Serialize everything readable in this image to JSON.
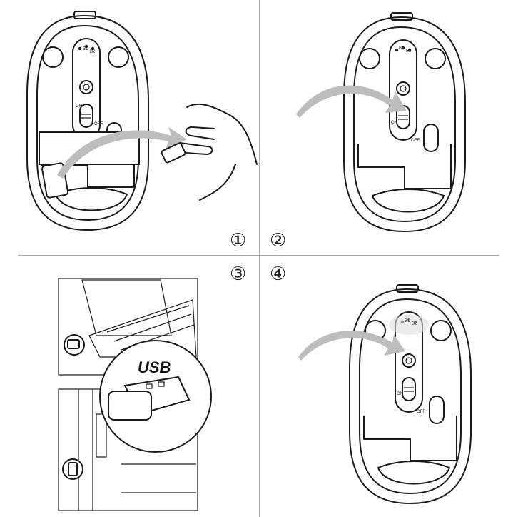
{
  "steps": [
    {
      "number": "①",
      "label_on": "ON",
      "label_off": "OFF",
      "led_labels": [
        "B1",
        "B2"
      ]
    },
    {
      "number": "②",
      "label_on": "ON",
      "label_off": "OFF",
      "led_labels": [
        "B1",
        "B2"
      ]
    },
    {
      "number": "③",
      "callout": "USB"
    },
    {
      "number": "④",
      "label_on": "ON",
      "label_off": "OFF",
      "led_labels": [
        "B1",
        "B2"
      ]
    }
  ],
  "colors": {
    "line": "#1a1a1a",
    "arrow": "#bdbdbd",
    "background": "#ffffff"
  }
}
